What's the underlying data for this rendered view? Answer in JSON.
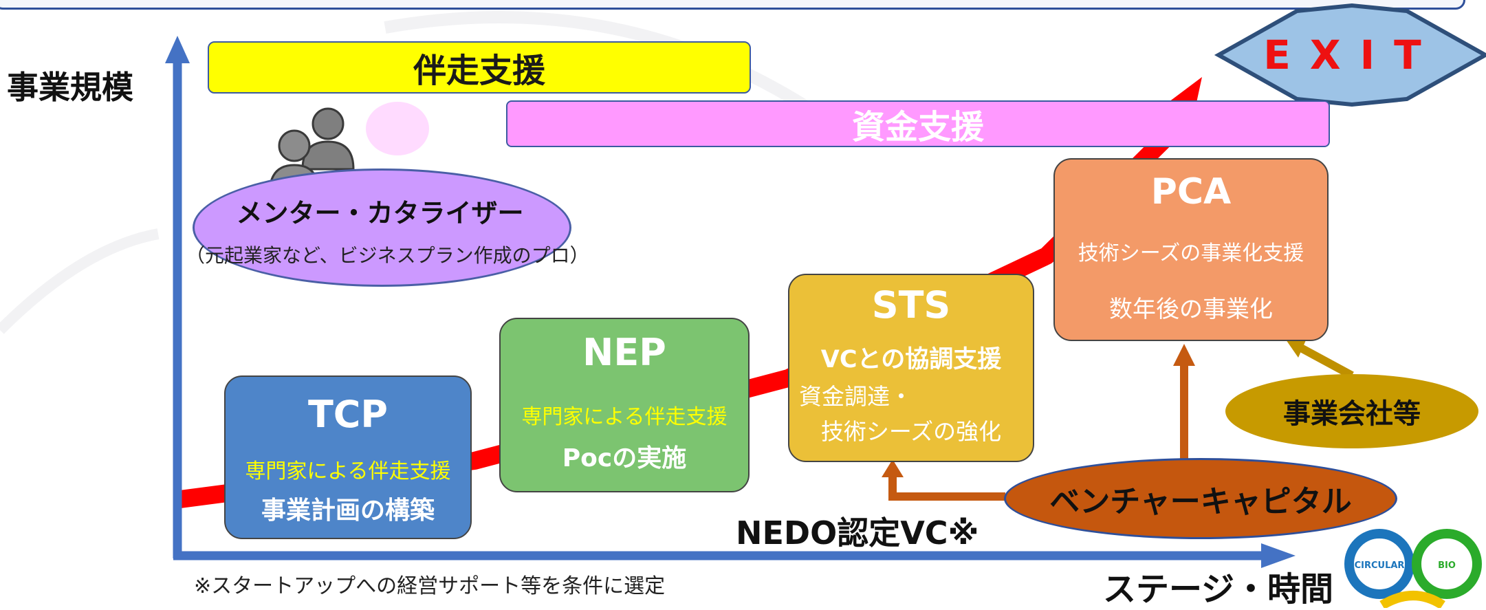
{
  "axes": {
    "y_label": "事業規模",
    "x_label": "ステージ・時間"
  },
  "banners": {
    "support": "伴走支援",
    "funding": "資金支援"
  },
  "mentor": {
    "title": "メンター・カタライザー",
    "subtitle": "（元起業家など、ビジネスプラン作成のプロ）"
  },
  "stages": [
    {
      "name": "TCP",
      "line1": "専門家による伴走支援",
      "line2": "事業計画の構築"
    },
    {
      "name": "NEP",
      "line1": "専門家による伴走支援",
      "line2": "Pocの実施"
    },
    {
      "name": "STS",
      "line1": "VCとの協調支援",
      "line2": "資金調達・",
      "line3": "技術シーズの強化"
    },
    {
      "name": "PCA",
      "line1": "技術シーズの事業化支援",
      "line2": "数年後の事業化"
    }
  ],
  "exit_label": "EXIT",
  "company": "事業会社等",
  "venture_capital": "ベンチャーキャピタル",
  "nedo_vc": "NEDO認定VC※",
  "footnote": "※スタートアップへの経営サポート等を条件に選定",
  "logo": {
    "left_text": "CIRCULAR",
    "right_text": "BIO"
  },
  "colors": {
    "axis": "#4472c4",
    "growth_path": "#ff0000",
    "arrow_brown": "#c55a11",
    "arrow_gold": "#bf9000",
    "exit_fill": "#9dc3e6"
  }
}
